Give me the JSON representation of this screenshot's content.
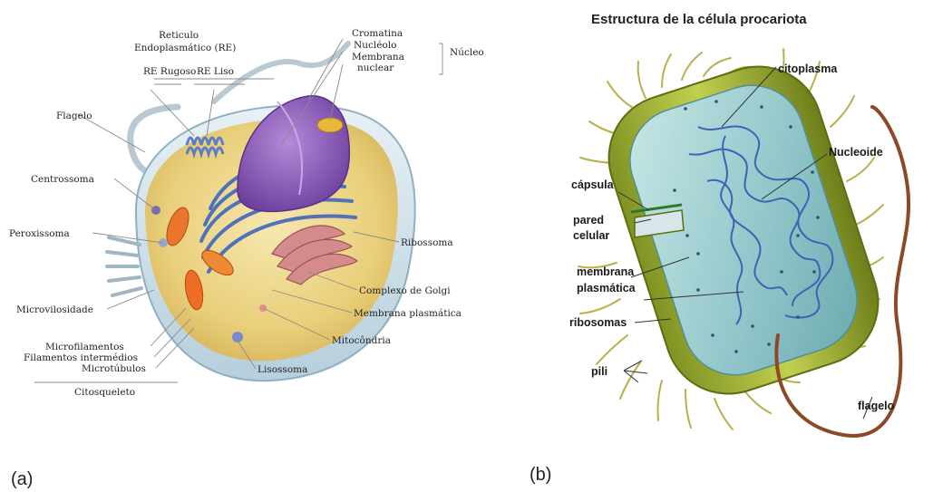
{
  "panel_a": {
    "caption": "(a)",
    "labels": {
      "reticulo_1": "Reticulo",
      "reticulo_2": "Endoplasmático (RE)",
      "re_rugoso": "RE Rugoso",
      "re_liso": "RE Liso",
      "flagelo": "Flagelo",
      "centrossoma": "Centrossoma",
      "peroxissoma": "Peroxissoma",
      "microvilosidade": "Microvilosidade",
      "microfilamentos": "Microfilamentos",
      "filamentos": "Filamentos intermédios",
      "microtubulos": "Microtúbulos",
      "citosqueleto": "Citosqueleto",
      "cromatina": "Cromatina",
      "nucleolo": "Nucléolo",
      "membrana_1": "Membrana",
      "membrana_2": "nuclear",
      "nucleo": "Núcleo",
      "ribossoma": "Ribossoma",
      "golgi": "Complexo de Golgi",
      "membrana_plasmatica": "Membrana plasmática",
      "mitocondria": "Mitocôndria",
      "lisossoma": "Lisossoma"
    }
  },
  "panel_b": {
    "caption": "(b)",
    "title": "Estructura de la célula procariota",
    "labels": {
      "citoplasma": "citoplasma",
      "nucleoide": "Nucleoide",
      "capsula": "cápsula",
      "pared_1": "pared",
      "pared_2": "celular",
      "membrana_1": "membrana",
      "membrana_2": "plasmática",
      "ribosomas": "ribosomas",
      "pili": "pili",
      "flagelo": "flagelo"
    }
  },
  "colors": {
    "nucleus": "#8a5bb8",
    "cytoplasm": "#f2d98a",
    "er": "#5b7fc4",
    "mitochondria": "#e8702a",
    "golgi": "#c97b7b",
    "bacteria_wall": "#9cae2c",
    "bacteria_inside": "#a7d3d6",
    "dna": "#3c63b5",
    "flagellum": "#8b4a25"
  }
}
